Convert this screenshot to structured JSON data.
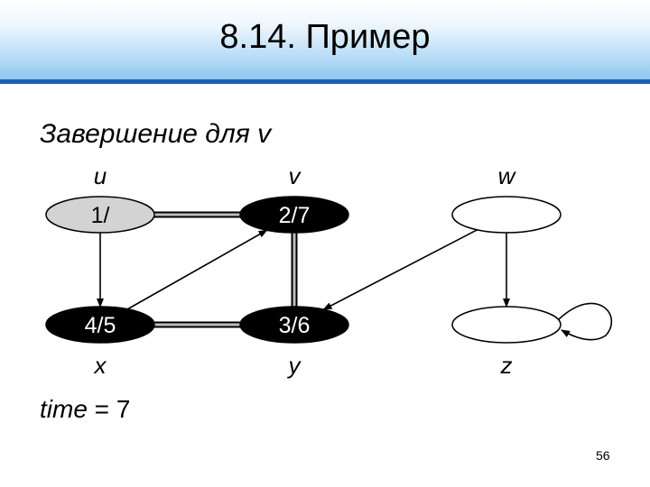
{
  "slide": {
    "title": "8.14. Пример",
    "subtitle": "Завершение для v",
    "time_var": "time",
    "time_rest": " = 7",
    "page_number": "56"
  },
  "graph": {
    "vertices": [
      {
        "id": "u",
        "label": "u",
        "value": "1/",
        "fill": "#d3d3d3",
        "text_color": "#000000"
      },
      {
        "id": "v",
        "label": "v",
        "value": "2/7",
        "fill": "#000000",
        "text_color": "#ffffff"
      },
      {
        "id": "w",
        "label": "w",
        "value": "",
        "fill": "#ffffff",
        "text_color": "#000000"
      },
      {
        "id": "x",
        "label": "x",
        "value": "4/5",
        "fill": "#000000",
        "text_color": "#ffffff"
      },
      {
        "id": "y",
        "label": "y",
        "value": "3/6",
        "fill": "#000000",
        "text_color": "#ffffff"
      },
      {
        "id": "z",
        "label": "z",
        "value": "",
        "fill": "#ffffff",
        "text_color": "#000000"
      }
    ],
    "edges": [
      {
        "from": "u",
        "to": "v",
        "tree_edge": true
      },
      {
        "from": "u",
        "to": "x",
        "tree_edge": false
      },
      {
        "from": "x",
        "to": "v",
        "tree_edge": false
      },
      {
        "from": "v",
        "to": "y",
        "tree_edge": true
      },
      {
        "from": "y",
        "to": "x",
        "tree_edge": true
      },
      {
        "from": "w",
        "to": "y",
        "tree_edge": false
      },
      {
        "from": "w",
        "to": "z",
        "tree_edge": false
      },
      {
        "from": "z",
        "to": "z",
        "tree_edge": false
      }
    ]
  }
}
